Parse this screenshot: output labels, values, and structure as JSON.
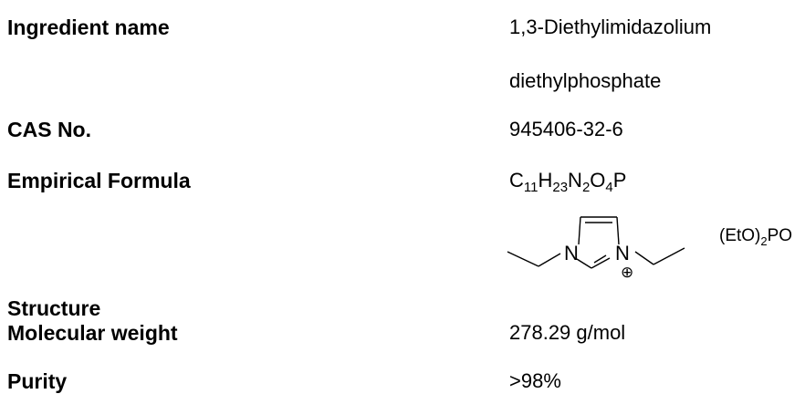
{
  "rows": [
    {
      "label": "Ingredient name",
      "value_line1": "1,3-Diethylimidazolium",
      "value_line2": "diethylphosphate"
    },
    {
      "label": "CAS No.",
      "value": "945406-32-6"
    },
    {
      "label": "Empirical Formula",
      "formula": [
        {
          "t": "C"
        },
        {
          "t": "11",
          "sub": true
        },
        {
          "t": "H"
        },
        {
          "t": "23",
          "sub": true
        },
        {
          "t": "N"
        },
        {
          "t": "2",
          "sub": true
        },
        {
          "t": "O"
        },
        {
          "t": "4",
          "sub": true
        },
        {
          "t": "P"
        }
      ]
    },
    {
      "label": "Structure",
      "structure": {
        "atom_n1": "N",
        "atom_n3": "N",
        "charge": "⊕",
        "anion_prefix": "(EtO)",
        "anion_sub": "2",
        "anion_suffix": "PO"
      }
    },
    {
      "label": "Molecular weight",
      "value": "278.29 g/mol"
    },
    {
      "label": "Purity",
      "value": ">98%"
    }
  ]
}
